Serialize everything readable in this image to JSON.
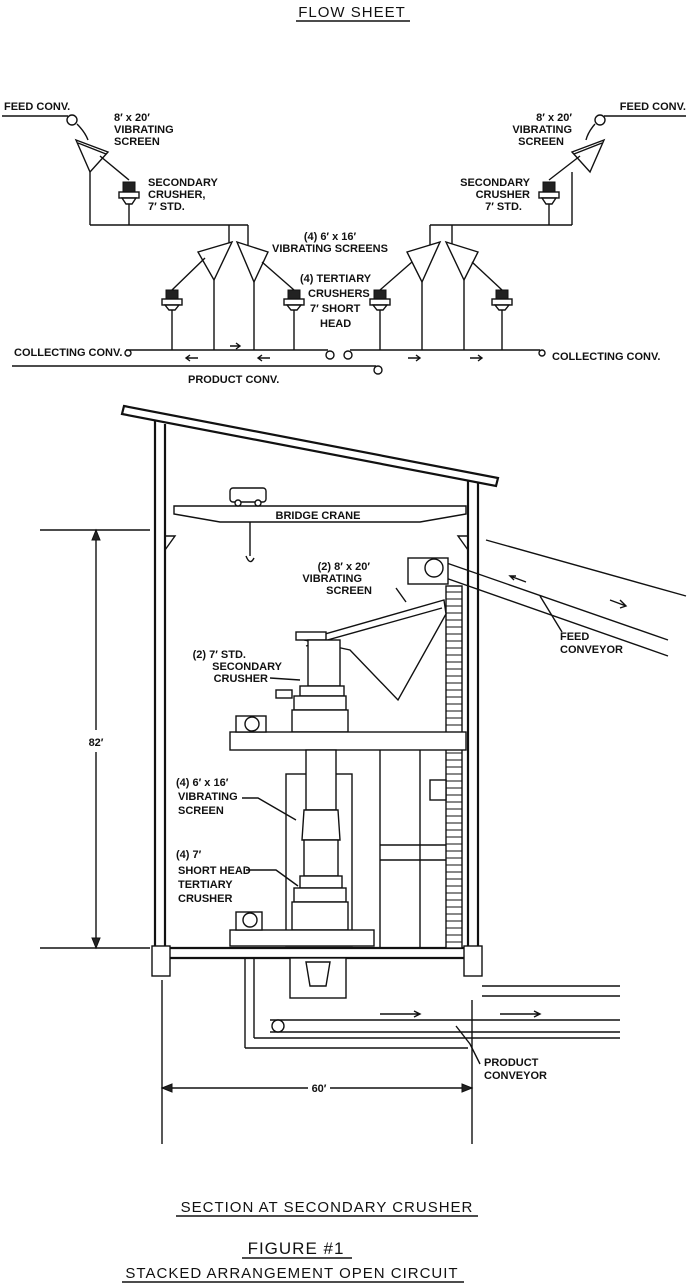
{
  "flow_sheet": {
    "title": "FLOW SHEET",
    "feed_conv_left": "FEED CONV.",
    "feed_conv_right": "FEED CONV.",
    "vib_screen_left": [
      "8′ x 20′",
      "VIBRATING",
      "SCREEN"
    ],
    "vib_screen_right": [
      "8′ x 20′",
      "VIBRATING",
      "SCREEN"
    ],
    "sec_crusher_left": [
      "SECONDARY",
      "CRUSHER,",
      "7′ STD."
    ],
    "sec_crusher_right": [
      "SECONDARY",
      "CRUSHER",
      "7′ STD."
    ],
    "vib_screens_4": [
      "(4) 6′ x 16′",
      "VIBRATING SCREENS"
    ],
    "tertiary_crushers": [
      "(4) TERTIARY",
      "CRUSHERS",
      "7′ SHORT",
      "HEAD"
    ],
    "collecting_conv_left": "COLLECTING CONV.",
    "collecting_conv_right": "COLLECTING CONV.",
    "product_conv": "PRODUCT CONV."
  },
  "section": {
    "bridge_crane": "BRIDGE CRANE",
    "vib_screen_2": [
      "(2) 8′ x 20′",
      "VIBRATING",
      "SCREEN"
    ],
    "feed_conveyor": [
      "FEED",
      "CONVEYOR"
    ],
    "sec_crusher_2": [
      "(2) 7′ STD.",
      "SECONDARY",
      "CRUSHER"
    ],
    "height_dim": "82′",
    "vib_screen_4": [
      "(4) 6′ x 16′",
      "VIBRATING",
      "SCREEN"
    ],
    "short_head": [
      "(4) 7′",
      "SHORT HEAD",
      "TERTIARY",
      "CRUSHER"
    ],
    "product_conveyor": [
      "PRODUCT",
      "CONVEYOR"
    ],
    "width_dim": "60′"
  },
  "captions": {
    "section_title": "SECTION AT SECONDARY CRUSHER",
    "figure": "FIGURE #1",
    "arrangement": "STACKED ARRANGEMENT OPEN CIRCUIT"
  }
}
